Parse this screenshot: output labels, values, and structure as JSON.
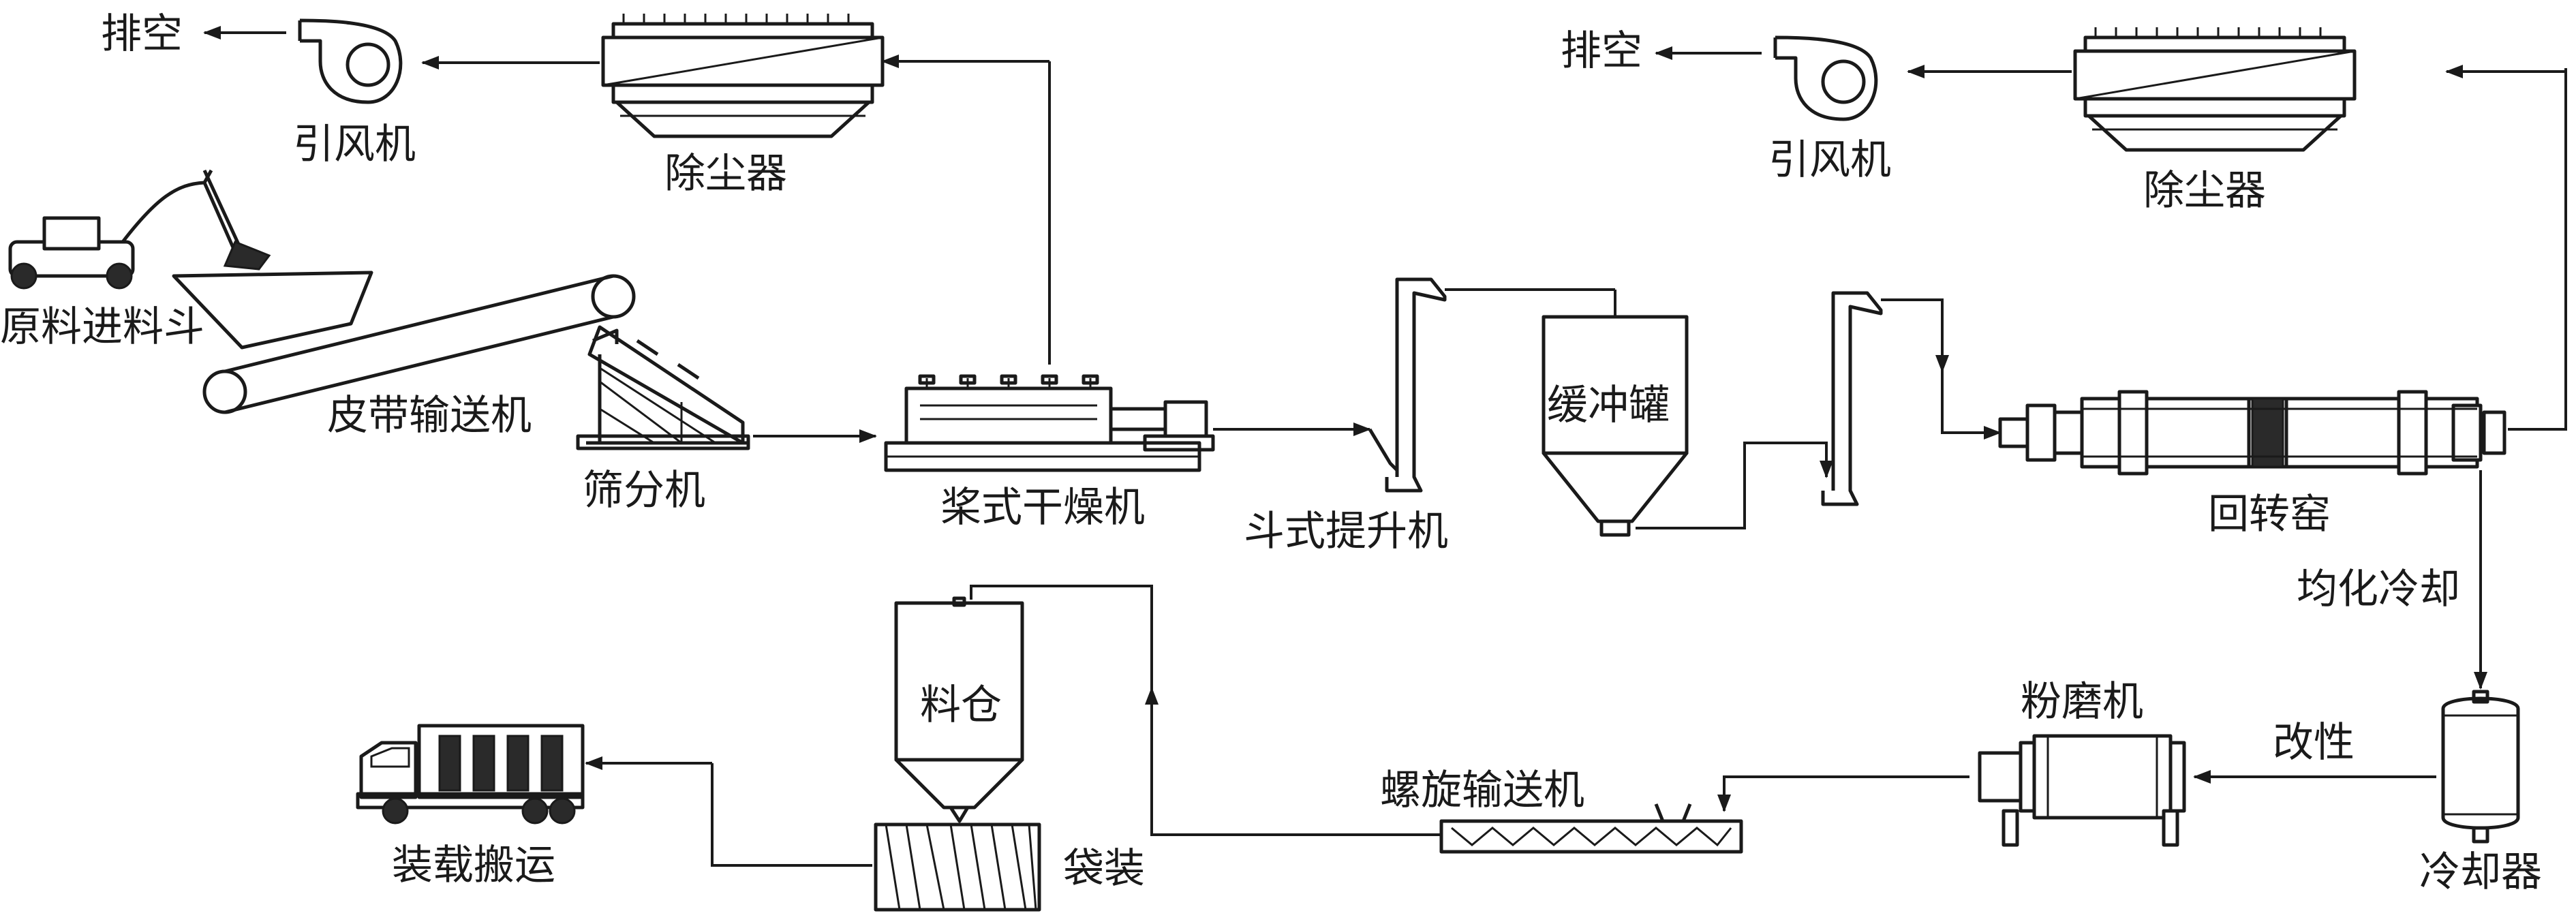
{
  "labels": {
    "exhaust_1": "排空",
    "fan_1": "引风机",
    "dust_collector_1": "除尘器",
    "feed_hopper": "原料进料斗",
    "belt_conveyor": "皮带输送机",
    "screen": "筛分机",
    "paddle_dryer": "桨式干燥机",
    "bucket_elevator": "斗式提升机",
    "buffer_tank": "缓冲罐",
    "exhaust_2": "排空",
    "fan_2": "引风机",
    "dust_collector_2": "除尘器",
    "rotary_kiln": "回转窑",
    "homogenize_cool": "均化冷却",
    "cooler": "冷却器",
    "modification": "改性",
    "mill": "粉磨机",
    "screw_conveyor": "螺旋输送机",
    "silo": "料仓",
    "bagging": "袋装",
    "loading_transport": "装载搬运"
  },
  "icons": {
    "excavator": "excavator-icon",
    "fan": "centrifugal-fan-icon",
    "dust_collector": "bag-filter-icon",
    "truck": "truck-icon",
    "arrow": "arrow-icon"
  },
  "colors": {
    "line": "#1a1a1a",
    "background": "#ffffff"
  }
}
